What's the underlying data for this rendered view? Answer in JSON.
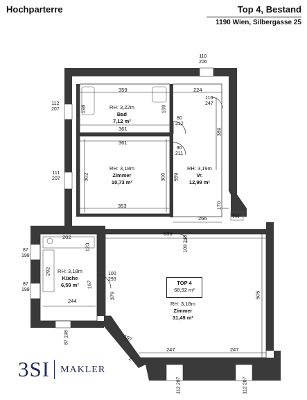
{
  "header": {
    "floor": "Hochparterre",
    "unit": "Top 4, Bestand",
    "address": "1190 Wien, Silbergasse 25"
  },
  "rooms": {
    "bad": {
      "rh": "RH: 3,22m",
      "name": "Bad",
      "area": "7,12 m²"
    },
    "zimmer1": {
      "rh": "RH: 3,18m",
      "name": "Zimmer",
      "area": "10,73 m²"
    },
    "vr": {
      "rh": "RH: 3,19m",
      "name": "Vr.",
      "area": "12,99 m²"
    },
    "kueche": {
      "rh": "RH: 3,18m",
      "name": "Küche",
      "area": "6,59 m²"
    },
    "zimmer2": {
      "rh": "RH: 3,18m",
      "name": "Zimmer",
      "area": "31,49 m²"
    }
  },
  "unit_box": {
    "title": "TOP 4",
    "area": "68,92 m²"
  },
  "dimensions": {
    "d359": "359",
    "d224": "224",
    "d361a": "361",
    "d361b": "361",
    "d353": "353",
    "d266": "266",
    "d633": "633",
    "d202": "202",
    "d244": "244",
    "d247a": "247",
    "d247b": "247",
    "d198": "198",
    "d199": "199",
    "d389": "389",
    "d302": "302",
    "d300": "300",
    "d559": "559",
    "d170": "170",
    "d505": "505",
    "d379": "379",
    "d292": "292",
    "d123": "123",
    "d167": "167",
    "d197": "197",
    "d2": "2"
  },
  "openings": {
    "w_top": [
      "110",
      "206"
    ],
    "door_bad": [
      "110",
      "247"
    ],
    "w_left1": [
      "112",
      "207"
    ],
    "w_left2": [
      "111",
      "207"
    ],
    "door_80": [
      "80",
      "212"
    ],
    "door_90": [
      "90",
      "211"
    ],
    "door_100": [
      "100",
      "293"
    ],
    "w_k1": [
      "87",
      "198"
    ],
    "w_k2": [
      "87",
      "198"
    ],
    "w_kb": [
      "87",
      "198"
    ],
    "door_109": [
      "109",
      "248"
    ],
    "w_b1": [
      "112",
      "207"
    ],
    "w_b2": [
      "112",
      "207"
    ]
  },
  "labels": {
    "th": "TH"
  },
  "logo": {
    "main": "3SI",
    "sub": "MAKLER"
  }
}
